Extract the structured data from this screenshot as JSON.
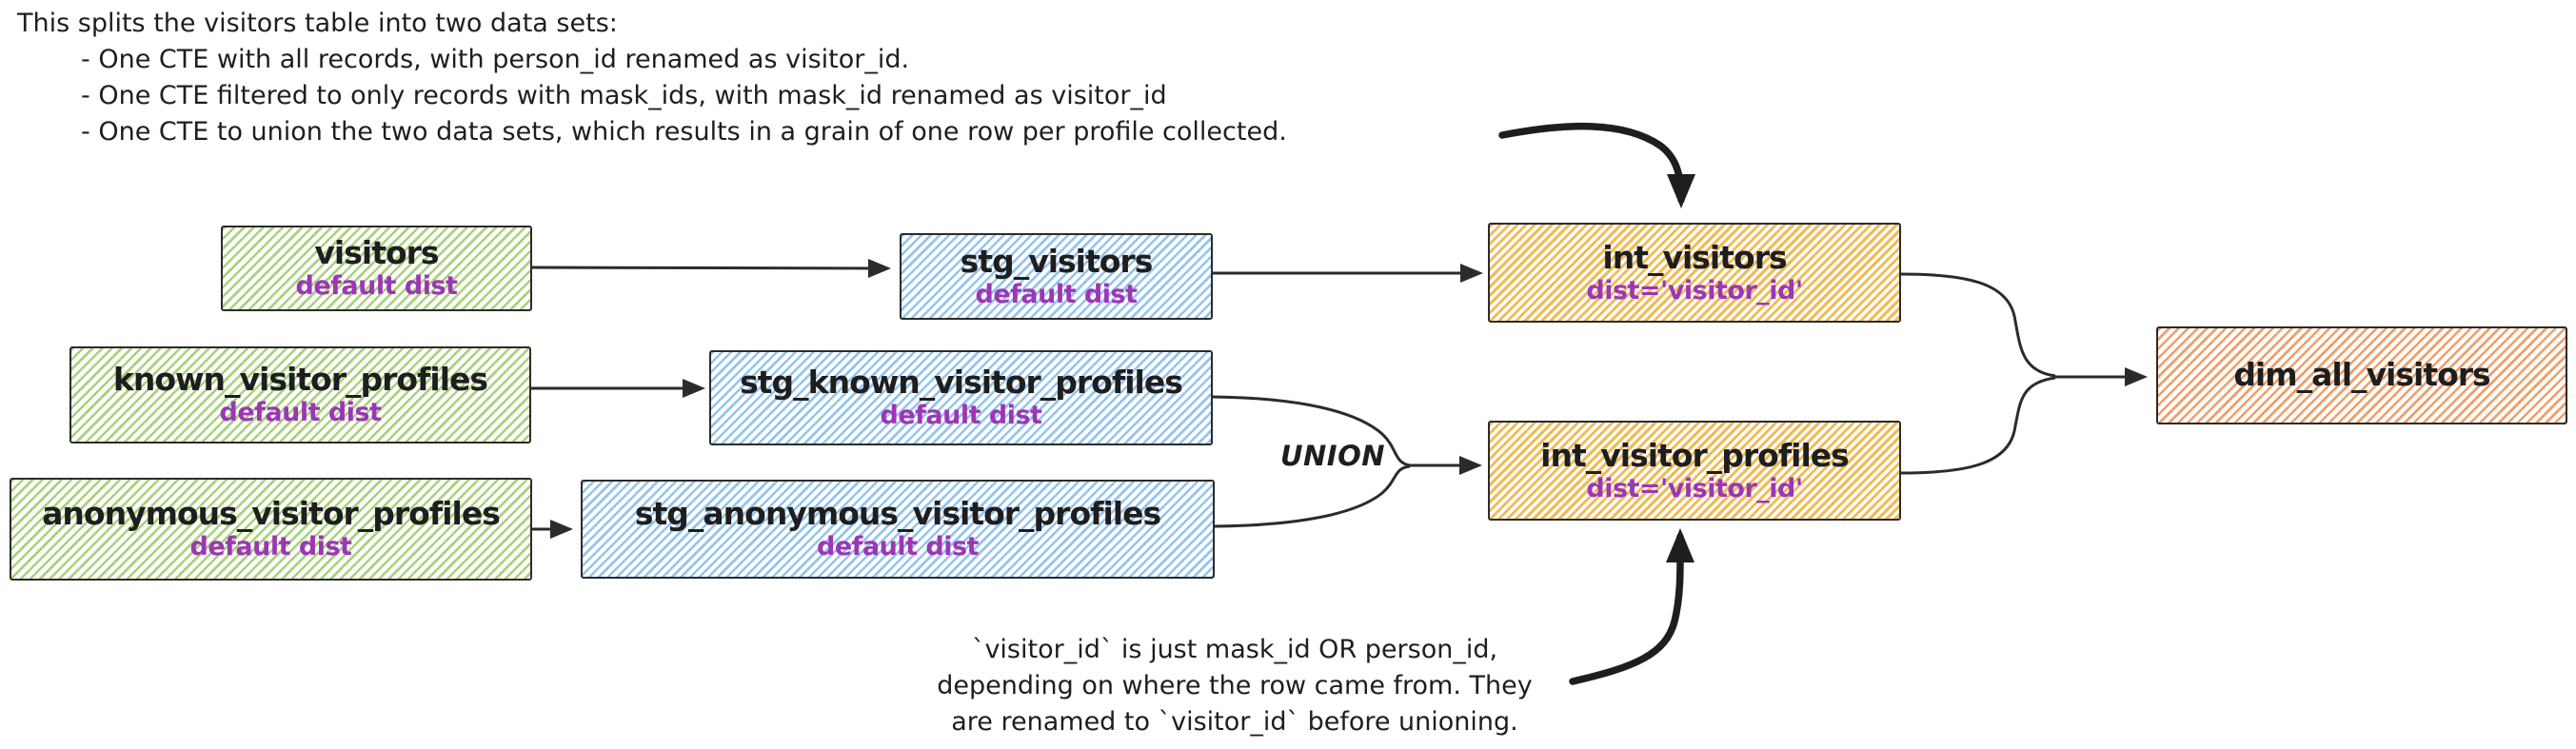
{
  "notes": {
    "top": [
      "This splits the visitors table into two data sets:",
      "- One CTE with all records, with person_id renamed as visitor_id.",
      "- One CTE filtered to only records with mask_ids, with mask_id renamed as visitor_id",
      "- One CTE to union the two data sets, which results in a grain of one row per profile collected."
    ],
    "bottom": [
      "`visitor_id` is just mask_id OR person_id,",
      "depending on where the row came from. They",
      "are renamed to `visitor_id` before unioning."
    ],
    "union_label": "UNION"
  },
  "nodes": {
    "visitors": {
      "title": "visitors",
      "subtitle": "default dist"
    },
    "known_visitor_profiles": {
      "title": "known_visitor_profiles",
      "subtitle": "default dist"
    },
    "anonymous_visitor_profiles": {
      "title": "anonymous_visitor_profiles",
      "subtitle": "default dist"
    },
    "stg_visitors": {
      "title": "stg_visitors",
      "subtitle": "default dist"
    },
    "stg_known_visitor_profiles": {
      "title": "stg_known_visitor_profiles",
      "subtitle": "default dist"
    },
    "stg_anonymous_visitor_profiles": {
      "title": "stg_anonymous_visitor_profiles",
      "subtitle": "default dist"
    },
    "int_visitors": {
      "title": "int_visitors",
      "subtitle": "dist='visitor_id'"
    },
    "int_visitor_profiles": {
      "title": "int_visitor_profiles",
      "subtitle": "dist='visitor_id'"
    },
    "dim_all_visitors": {
      "title": "dim_all_visitors"
    }
  },
  "colors": {
    "stroke": "#2b2b2b",
    "text": "#1e1e1e",
    "accent_purple": "#9c36b5",
    "hatch_green": "#a8d27c",
    "hatch_blue": "#94c4ef",
    "hatch_yellow": "#f1bb54",
    "hatch_orange": "#f09e68"
  }
}
